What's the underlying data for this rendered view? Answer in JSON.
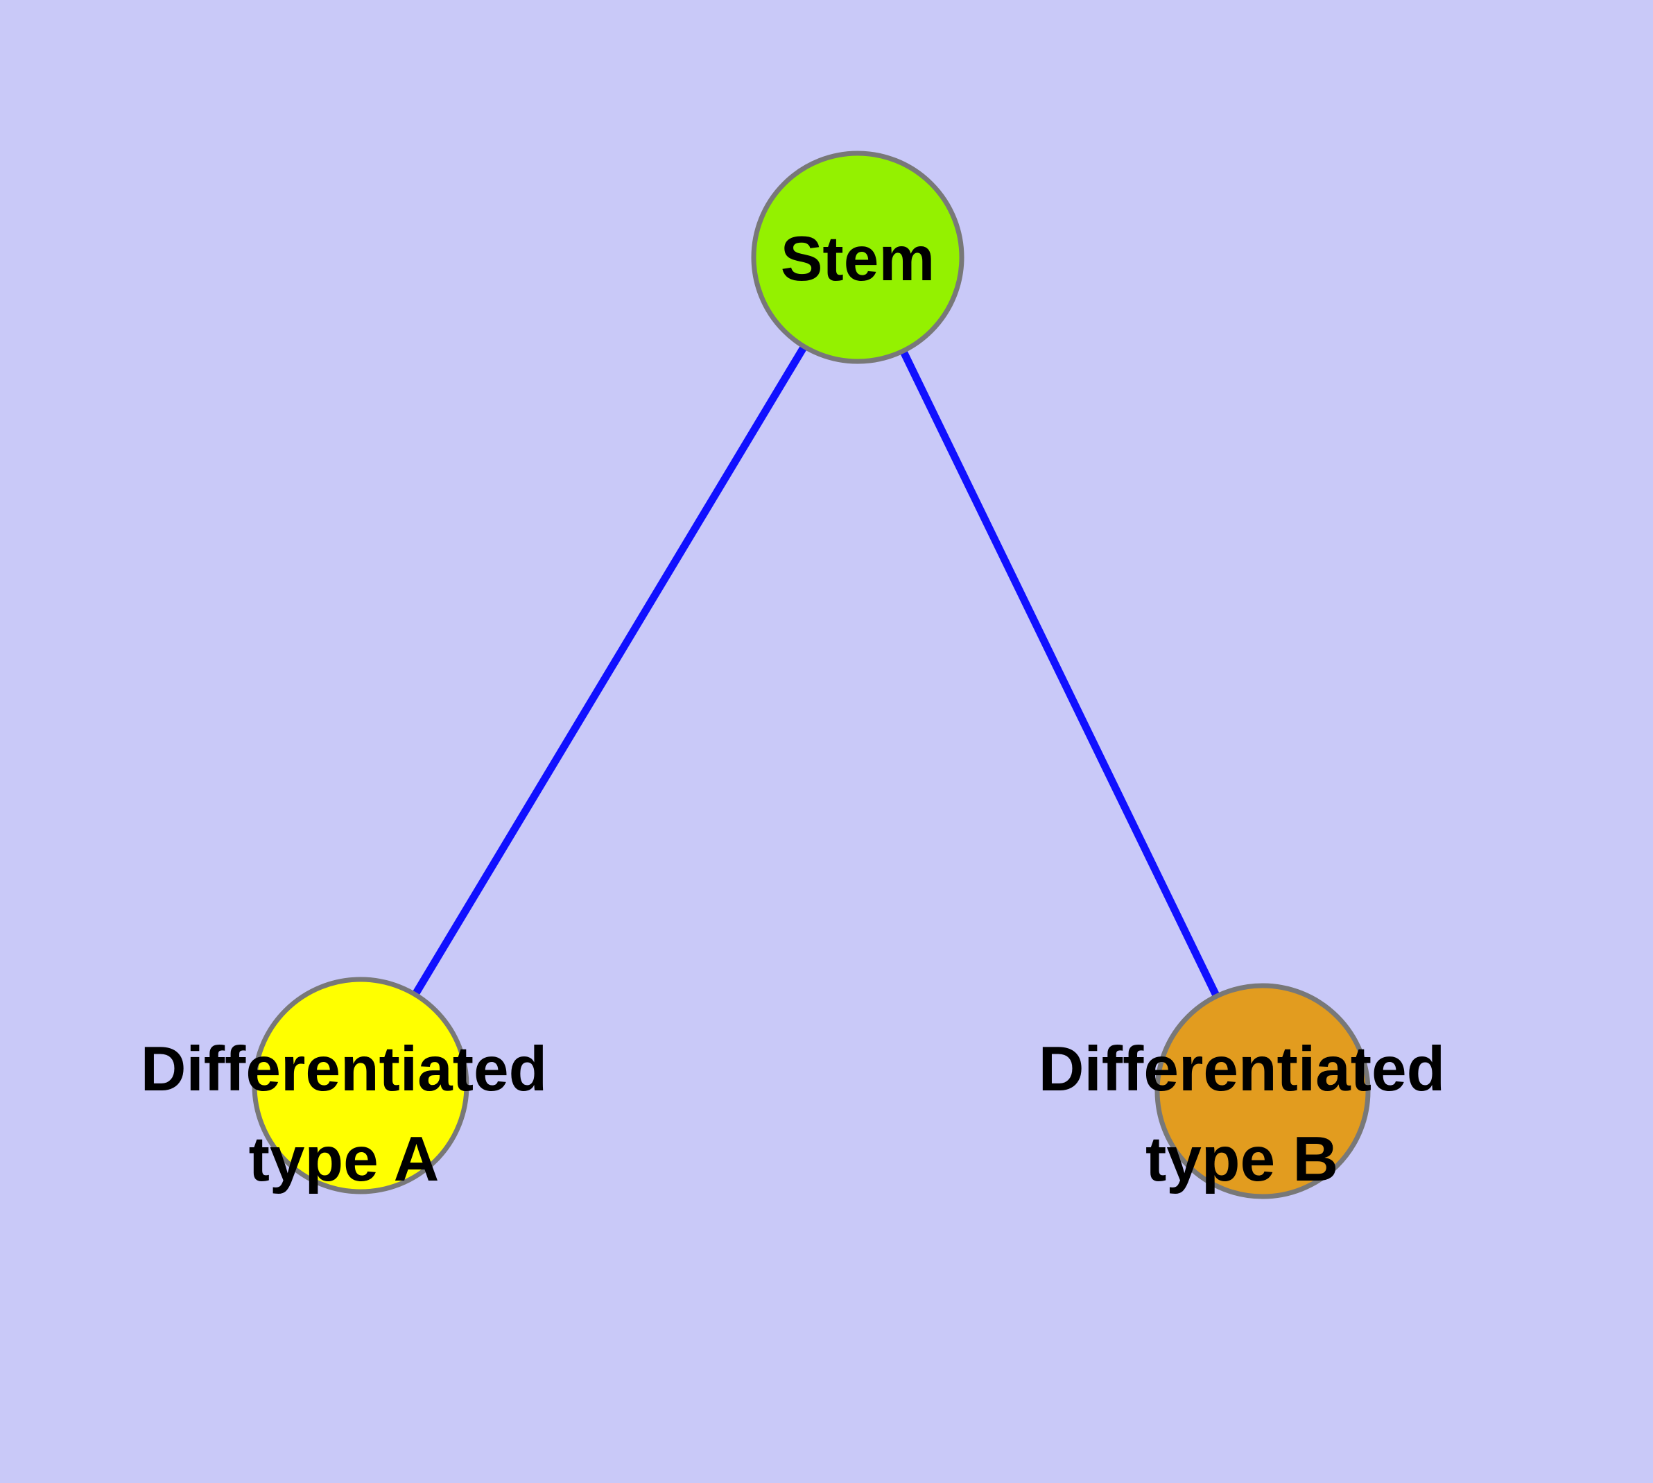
{
  "diagram": {
    "type": "node-link-graph",
    "background_color": "#C9C9F8",
    "edge_color": "#1010FF",
    "node_border_color": "#787878",
    "label_color": "#000000",
    "nodes": [
      {
        "id": "stem",
        "label": "Stem",
        "fill": "#94F100"
      },
      {
        "id": "differentiated-type-a",
        "label_line1": "Differentiated",
        "label_line2": "type A",
        "fill": "#FFFF00"
      },
      {
        "id": "differentiated-type-b",
        "label_line1": "Differentiated",
        "label_line2": "type B",
        "fill": "#E29C1F"
      }
    ],
    "edges": [
      {
        "from": "Stem",
        "to": "Differentiated type A"
      },
      {
        "from": "Stem",
        "to": "Differentiated type B"
      }
    ]
  }
}
